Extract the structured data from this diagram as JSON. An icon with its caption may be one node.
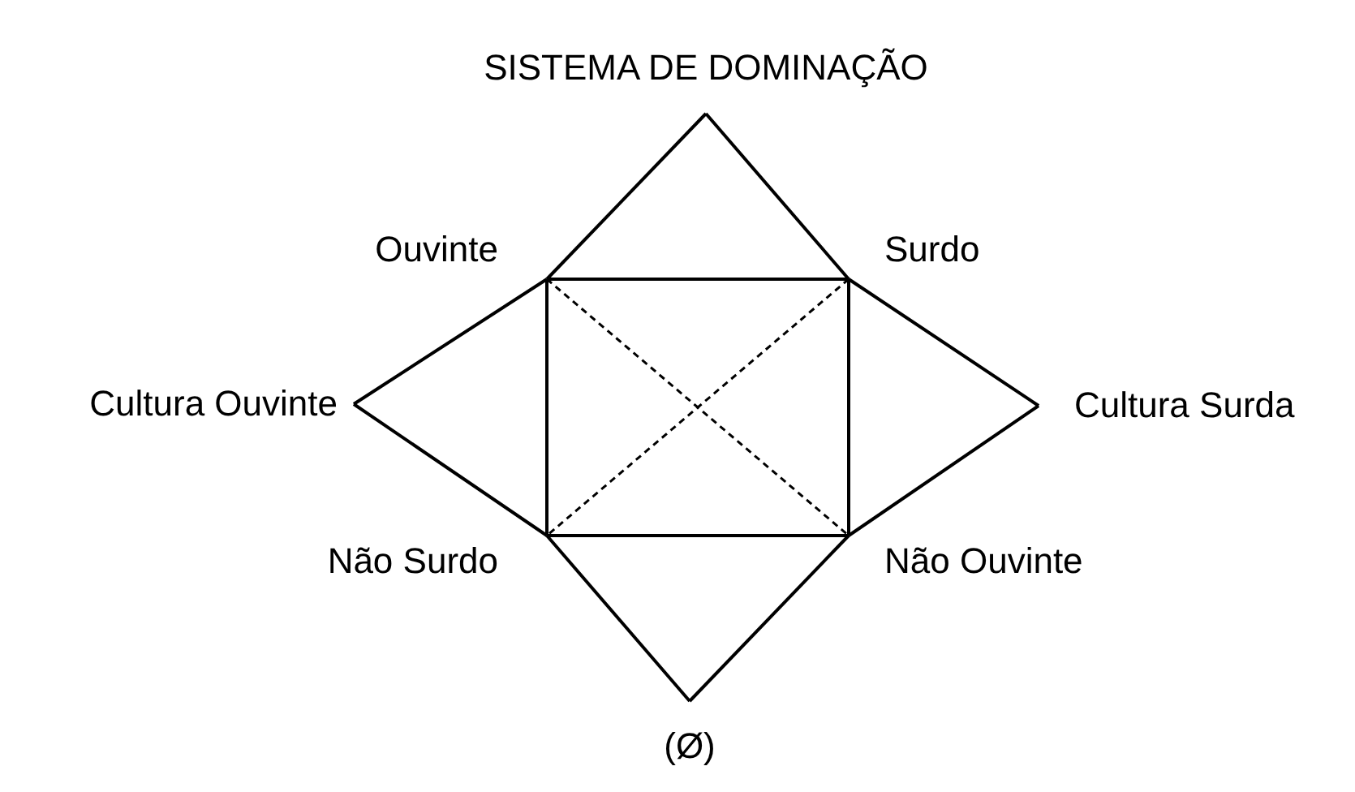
{
  "diagram": {
    "nodes": [
      {
        "text": [
          "SISTEMA DE DOMINAÇÃO"
        ]
      },
      {
        "text": [
          "Ouvinte"
        ]
      },
      {
        "text": [
          "Surdo"
        ]
      },
      {
        "text": [
          "Cultura Ouvinte"
        ]
      },
      {
        "text": [
          "Cultura Surda"
        ]
      },
      {
        "text": [
          "Não Surdo"
        ]
      },
      {
        "text": [
          "Não Ouvinte"
        ]
      },
      {
        "text": [
          "(Ø)"
        ]
      }
    ],
    "edges": [
      {
        "from": 0,
        "to": 1,
        "arrow": "none"
      },
      {
        "from": 0,
        "to": 2,
        "arrow": "none"
      },
      {
        "from": 1,
        "to": 2,
        "arrow": "none"
      },
      {
        "from": 3,
        "to": 1,
        "arrow": "none"
      },
      {
        "from": 3,
        "to": 5,
        "arrow": "none"
      },
      {
        "from": 2,
        "to": 4,
        "arrow": "none"
      },
      {
        "from": 6,
        "to": 4,
        "arrow": "none"
      },
      {
        "from": 1,
        "to": 5,
        "arrow": "none"
      },
      {
        "from": 2,
        "to": 6,
        "arrow": "none"
      },
      {
        "from": 5,
        "to": 6,
        "arrow": "none"
      },
      {
        "from": 1,
        "to": 6,
        "arrow": "none",
        "style": "dashed"
      },
      {
        "from": 2,
        "to": 5,
        "arrow": "none",
        "style": "dashed"
      },
      {
        "from": 5,
        "to": 7,
        "arrow": "none"
      },
      {
        "from": 6,
        "to": 7,
        "arrow": "none"
      }
    ]
  }
}
